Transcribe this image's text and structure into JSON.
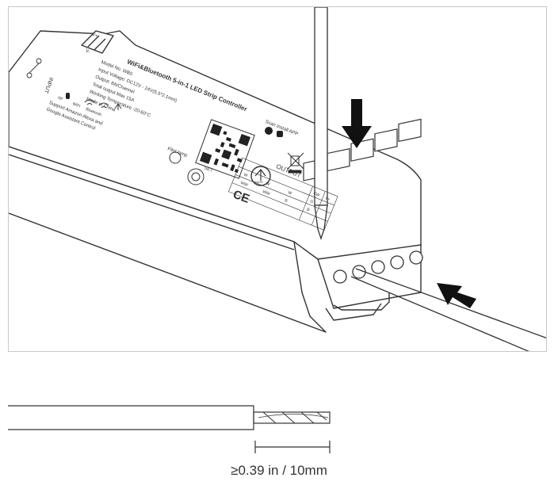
{
  "controller": {
    "title": "WiFi&Bluetooth 5-in-1 LED Strip Controller",
    "model": "Model No. WB5",
    "input_voltage": "Input Voltage: DC12V - 24V(5.5*2.1mm)",
    "output": "Output: 8A/Channel",
    "total_output": "Total output Max 15A",
    "working_temp": "Working Temperature -20-60°C",
    "made_in": "Made in China",
    "scan_label": "Scan install APP",
    "support_text_1": "Support Amazon Alexa and",
    "support_text_2": "Google Assistant Control",
    "radio_labels": [
      "RF",
      "WiFi",
      "Bluetooth"
    ],
    "input_label": "INPUT",
    "v_plus": "V+",
    "v_minus": "V-",
    "pilot_lamp": "Pilot lamp",
    "set_label": "SET",
    "output_label": "OUTPUT",
    "rohs_label": "RoHS",
    "ce_label": "CE",
    "terminal_headers": [
      "V+",
      "V+",
      "V+",
      "V+"
    ],
    "terminal_row_cw": [
      "CW",
      "B",
      "R",
      "R"
    ],
    "terminal_row_g": [
      "G",
      "G",
      "G"
    ],
    "terminal_rows": [
      [
        "W",
        "W",
        "W",
        "W"
      ],
      [
        "WW",
        "WW",
        "B"
      ],
      [
        "B"
      ]
    ]
  },
  "strip": {
    "length_label": "≥0.39 in / 10mm"
  },
  "colors": {
    "line": "#333333",
    "frame": "#c8c8c8",
    "arrow": "#111111"
  }
}
